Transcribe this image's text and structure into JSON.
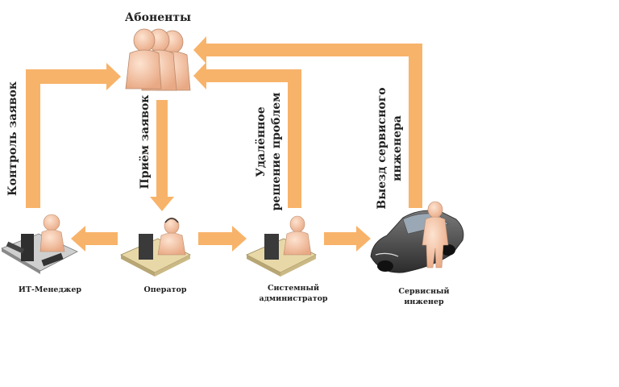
{
  "nodes": {
    "subscribers": "Абоненты",
    "it_manager": "ИТ-Менеджер",
    "operator": "Оператор",
    "sysadmin_line1": "Системный",
    "sysadmin_line2": "администратор",
    "engineer_line1": "Сервисный",
    "engineer_line2": "инженер"
  },
  "edges": {
    "control_requests": "Контроль заявок",
    "receive_requests": "Приём заявок",
    "remote_line1": "Удалённое",
    "remote_line2": "решение проблем",
    "visit_line1": "Выезд сервисного",
    "visit_line2": "инженера"
  },
  "colors": {
    "arrow": "#f8b36a",
    "skin": "#f4c4a4",
    "desk": "#e8d8a8",
    "car": "#4a4a4a"
  }
}
